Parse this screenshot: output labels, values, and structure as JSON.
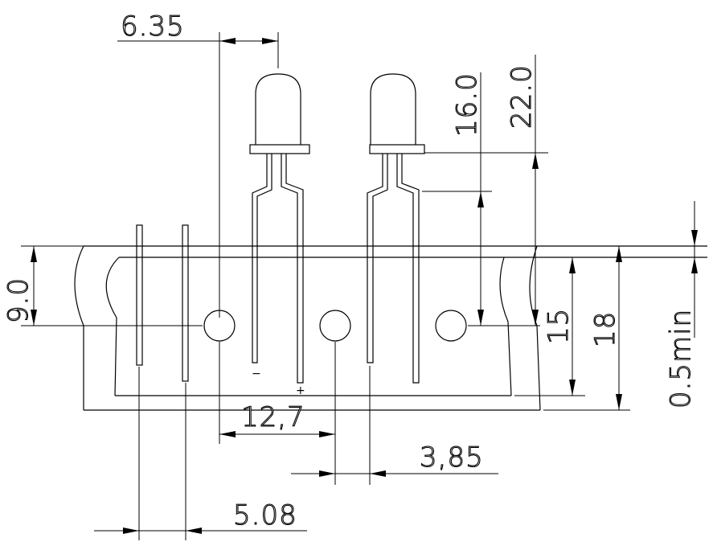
{
  "dimensions": {
    "led_pitch_offset": "6.35",
    "led_height_to_flange": "16.0",
    "total_height": "22.0",
    "tape_hole_offset": "9.0",
    "hole_pitch": "12,7",
    "lead_offset": "3,85",
    "lead_spacing": "5.08",
    "dim_15": "15",
    "dim_18": "18",
    "min_gap": "0.5min"
  },
  "polarity": {
    "minus": "−",
    "plus": "+"
  }
}
